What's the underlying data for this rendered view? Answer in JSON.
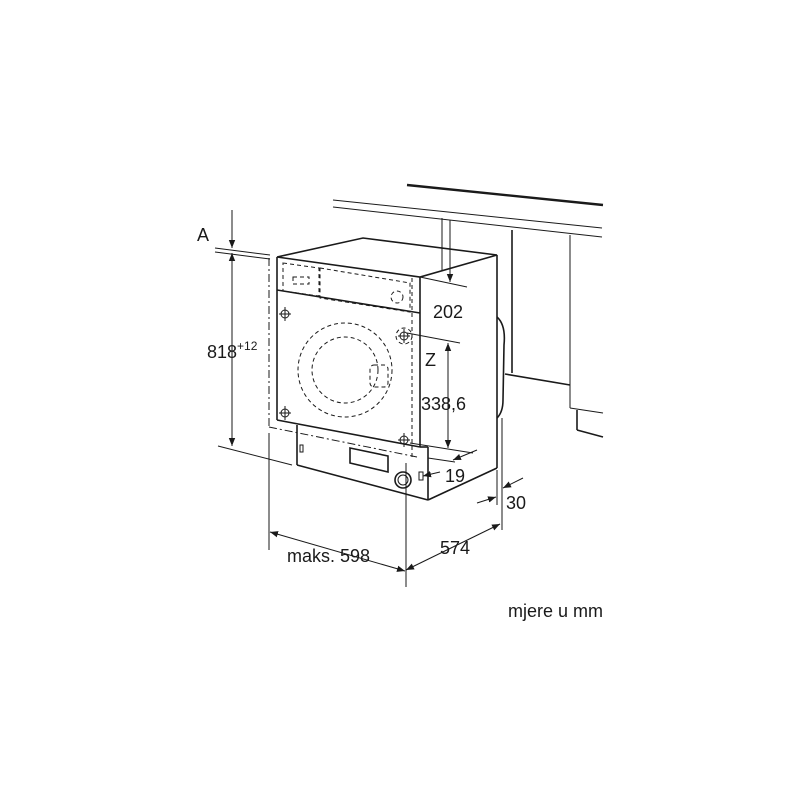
{
  "labels": {
    "a": "A",
    "height": "818",
    "height_tolerance": "+12",
    "d202": "202",
    "z": "Z",
    "d338": "338,6",
    "d19": "19",
    "d30": "30",
    "d574": "574",
    "width": "maks. 598",
    "units": "mjere u mm"
  }
}
